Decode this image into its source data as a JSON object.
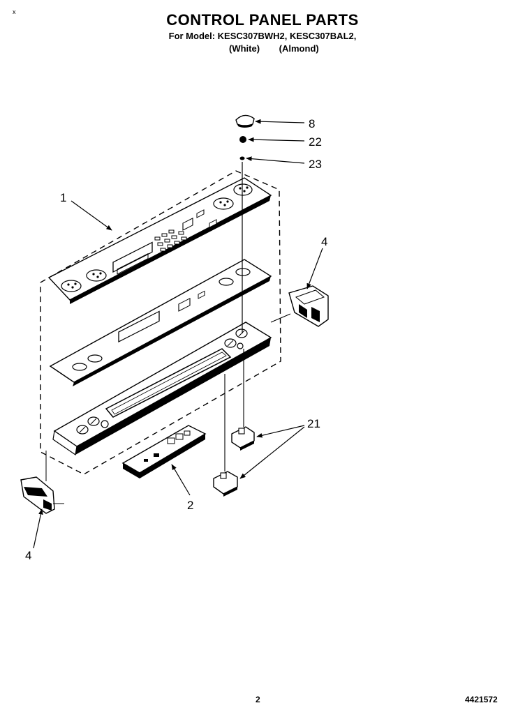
{
  "header": {
    "corner_mark": "x",
    "title": "CONTROL PANEL PARTS",
    "subtitle": "For Model: KESC307BWH2, KESC307BAL2,",
    "variant_white": "(White)",
    "variant_almond": "(Almond)"
  },
  "callouts": {
    "knob": "8",
    "knob_spring": "22",
    "knob_clip": "23",
    "overlay": "1",
    "endcap_right": "4",
    "endcap_left": "4",
    "switches": "21",
    "control_board": "2"
  },
  "footer": {
    "page_number": "2",
    "document_number": "4421572"
  }
}
